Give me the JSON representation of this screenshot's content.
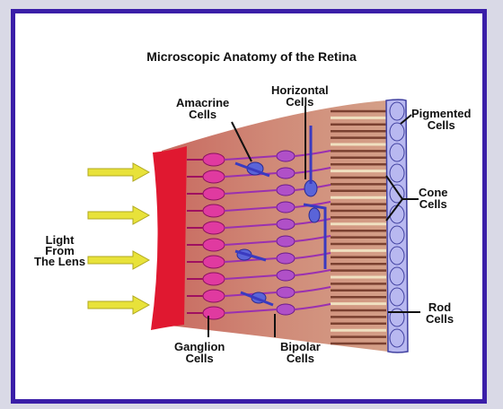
{
  "title": "Microscopic Anatomy of the Retina",
  "labels": {
    "amacrine": [
      "Amacrine",
      "Cells"
    ],
    "horizontal": [
      "Horizontal",
      "Cells"
    ],
    "pigmented": [
      "Pigmented",
      "Cells"
    ],
    "cone": [
      "Cone",
      "Cells"
    ],
    "rod": [
      "Rod",
      "Cells"
    ],
    "light": [
      "Light",
      "From",
      "The Lens"
    ],
    "ganglion": [
      "Ganglion",
      "Cells"
    ],
    "bipolar": [
      "Bipolar",
      "Cells"
    ]
  },
  "colors": {
    "frame": "#3a1ea8",
    "arrow": "#e8e23a",
    "lens_edge": "#e01830",
    "tissue": "#c87a6a",
    "ganglion": "#e03aa0",
    "bipolar": "#b050c8",
    "pigmented": "#b8b8f0",
    "horizontal_amacrine": "#5a64d8"
  }
}
